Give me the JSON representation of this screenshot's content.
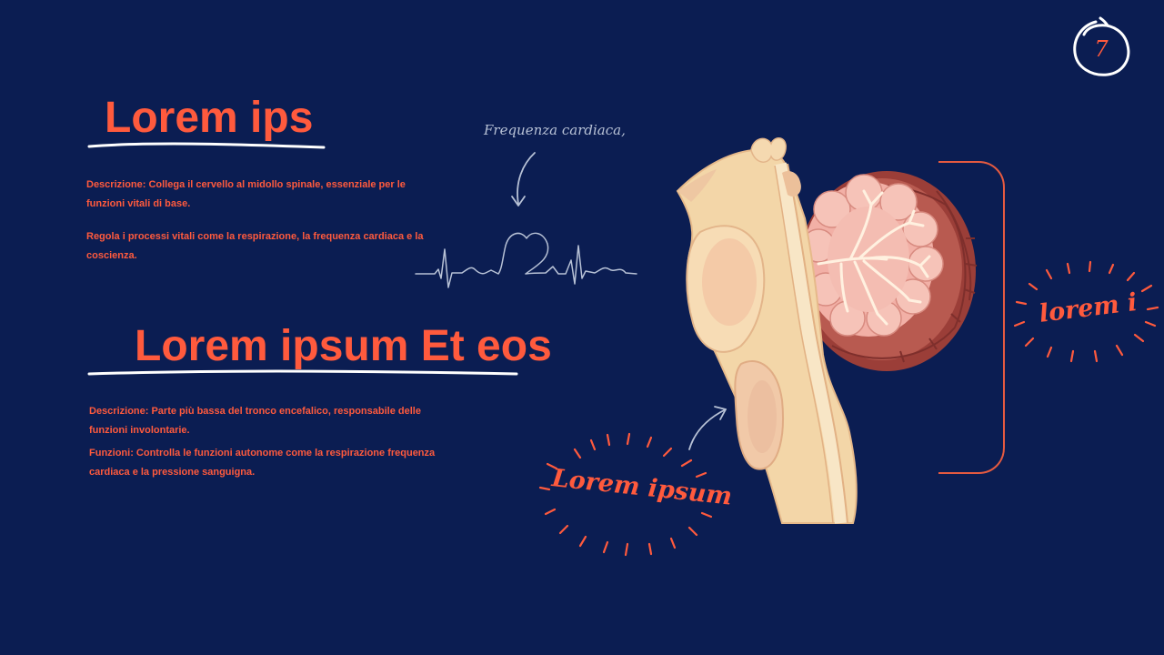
{
  "slide": {
    "page_number": "7",
    "colors": {
      "background": "#0b1d52",
      "accent": "#ff5a3d",
      "muted": "#b8c2d6",
      "white": "#ffffff"
    }
  },
  "section_1": {
    "title": "Lorem ips",
    "paragraphs": [
      "Descrizione: Collega il cervello al midollo spinale, essenziale per le funzioni vitali di base.",
      "Regola i processi vitali come la respirazione, la frequenza cardiaca e la coscienza."
    ]
  },
  "section_2": {
    "title": "Lorem ipsum Et eos",
    "paragraphs": [
      "Descrizione: Parte più bassa del tronco encefalico, responsabile delle funzioni involontarie.",
      "Funzioni: Controlla le funzioni autonome come la respirazione frequenza cardiaca e la pressione sanguigna."
    ]
  },
  "heart_rate": {
    "label": "Frequenza cardiaca,"
  },
  "callouts": {
    "bottom": "Lorem ipsum",
    "right": "lorem i"
  },
  "icons": {
    "page_circle": "hand-drawn-circle-icon",
    "heartbeat": "heartbeat-line-icon",
    "arrow": "curved-arrow-icon",
    "illustration": "brainstem-cerebellum-illustration",
    "bracket": "bracket-icon"
  }
}
